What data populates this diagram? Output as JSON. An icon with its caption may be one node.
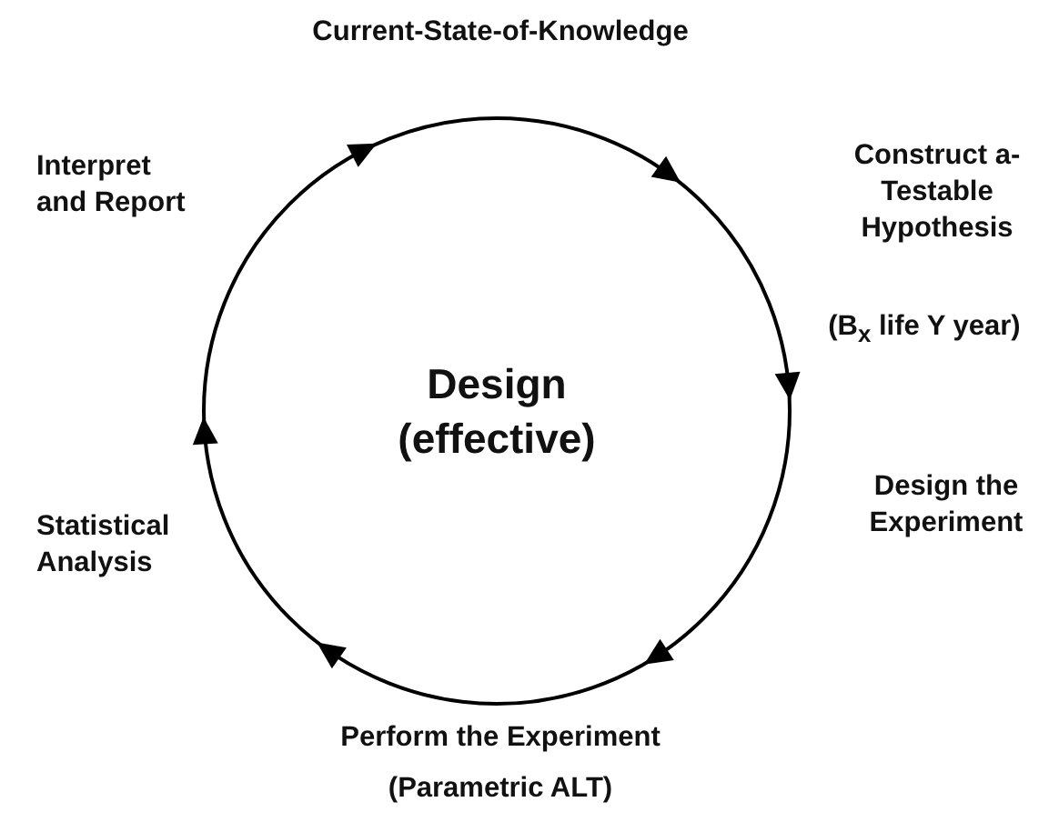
{
  "diagram": {
    "nodes": [
      {
        "text": [
          "Current-State-of-Knowledge"
        ]
      },
      {
        "text": [
          "Construct a-Testable Hypothesis"
        ],
        "beside": [
          "(B$_{x}$ life Y year)"
        ]
      },
      {
        "text": [
          "Design the Experiment"
        ]
      },
      {
        "text": [
          "Perform the Experiment"
        ],
        "beside": [
          "(Parametric ALT)"
        ]
      },
      {
        "text": [
          "Statistical Analysis"
        ]
      },
      {
        "text": [
          "Interpret and Report"
        ]
      }
    ],
    "labels": [
      "Design (effective)"
    ]
  }
}
